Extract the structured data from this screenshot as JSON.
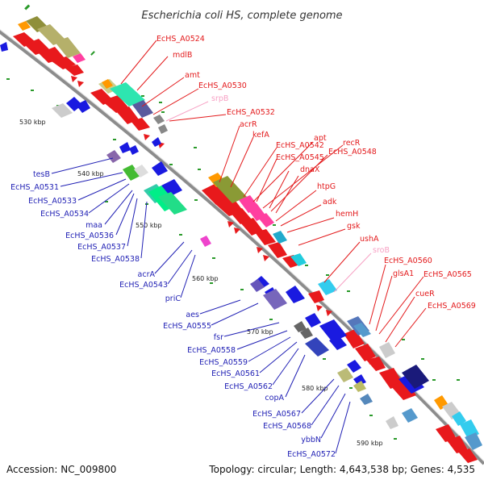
{
  "title": "Escherichia coli HS, complete genome",
  "footer": {
    "accession": "Accession: NC_009800",
    "info": "Topology: circular; Length: 4,643,538 bp; Genes: 4,535"
  },
  "colors": {
    "forward_label": "#e31a1c",
    "reverse_label": "#1f1fb4",
    "rna_label": "#f7a1c4",
    "backbone": "#8c8c8c"
  },
  "scale_ticks": [
    "530 kbp",
    "540 kbp",
    "550 kbp",
    "560 kbp",
    "570 kbp",
    "580 kbp",
    "590 kbp"
  ],
  "forward_labels": [
    "EcHS_A0524",
    "mdlB",
    "amt",
    "EcHS_A0530",
    "srpB",
    "EcHS_A0532",
    "acrR",
    "kefA",
    "apt",
    "EcHS_A0542",
    "recR",
    "EcHS_A0545",
    "EcHS_A0548",
    "dnaX",
    "htpG",
    "adk",
    "hemH",
    "gsk",
    "ushA",
    "sroB",
    "EcHS_A0560",
    "glsA1",
    "EcHS_A0565",
    "cueR",
    "EcHS_A0569"
  ],
  "reverse_labels": [
    "tesB",
    "EcHS_A0531",
    "EcHS_A0533",
    "EcHS_A0534",
    "maa",
    "EcHS_A0536",
    "EcHS_A0537",
    "EcHS_A0538",
    "acrA",
    "EcHS_A0543",
    "priC",
    "aes",
    "EcHS_A0555",
    "fsr",
    "EcHS_A0558",
    "EcHS_A0559",
    "EcHS_A0561",
    "EcHS_A0562",
    "copA",
    "EcHS_A0567",
    "EcHS_A0568",
    "ybbN",
    "EcHS_A0572"
  ]
}
